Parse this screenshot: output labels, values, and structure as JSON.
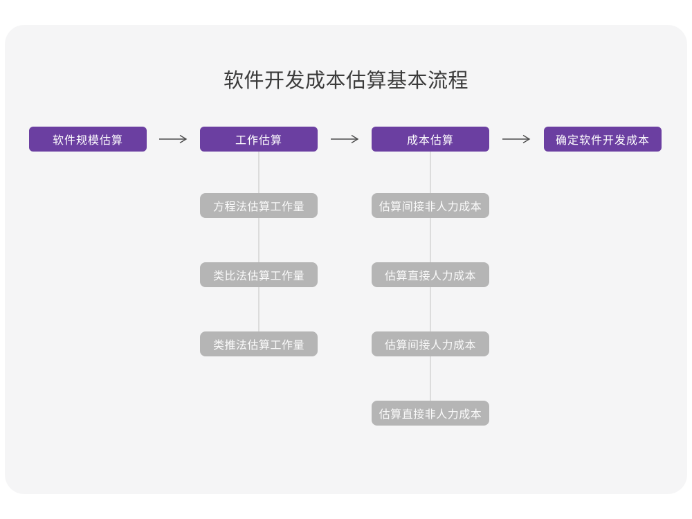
{
  "title": "软件开发成本估算基本流程",
  "flow": {
    "nodes": [
      {
        "label": "软件规模估算"
      },
      {
        "label": "工作估算"
      },
      {
        "label": "成本估算"
      },
      {
        "label": "确定软件开发成本"
      }
    ],
    "work_steps": [
      "方程法估算工作量",
      "类比法估算工作量",
      "类推法估算工作量"
    ],
    "cost_steps": [
      "估算间接非人力成本",
      "估算直接人力成本",
      "估算间接人力成本",
      "估算直接非人力成本"
    ]
  },
  "colors": {
    "primary": "#6B3FA1",
    "secondary": "#B5B5B5",
    "card_bg": "#F5F5F6",
    "connector": "#DCDCDC",
    "arrow": "#4A4A4A"
  }
}
